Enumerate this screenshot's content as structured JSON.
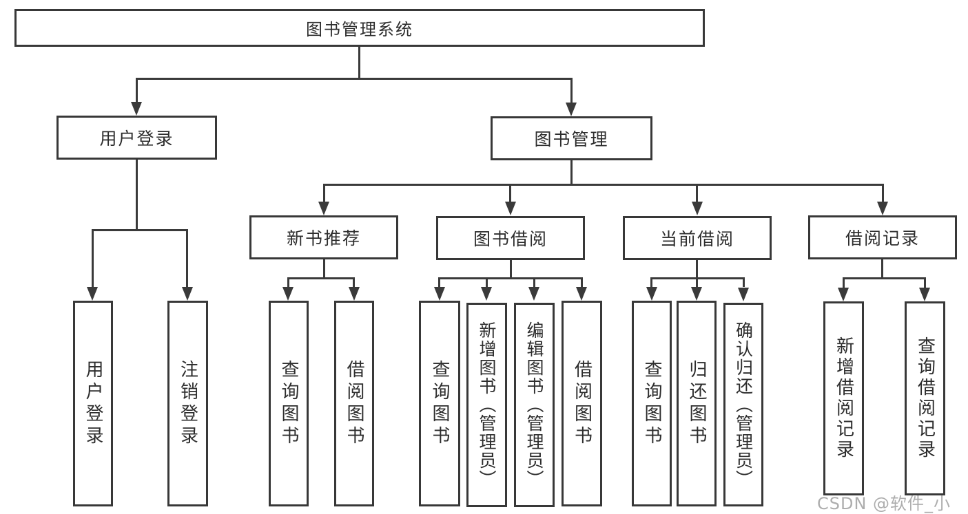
{
  "diagram_title": "图书管理系统",
  "tree": {
    "root": "图书管理系统",
    "user_login": {
      "label": "用户登录",
      "children": [
        "用户登录",
        "注销登录"
      ]
    },
    "book_mgmt": {
      "label": "图书管理",
      "children": [
        {
          "label": "新书推荐",
          "children": [
            "查询图书",
            "借阅图书"
          ]
        },
        {
          "label": "图书借阅",
          "children": [
            "查询图书",
            "新增图书（管理员）",
            "编辑图书（管理员）",
            "借阅图书"
          ]
        },
        {
          "label": "当前借阅",
          "children": [
            "查询图书",
            "归还图书",
            "确认归还（管理员）"
          ]
        },
        {
          "label": "借阅记录",
          "children": [
            "新增借阅记录",
            "查询借阅记录"
          ]
        }
      ]
    }
  },
  "watermark": {
    "text": "CSDN @软件_小贺同学"
  },
  "colors": {
    "background": "#ffffff",
    "box_border": "#383838",
    "connector": "#3a3a3a",
    "text": "#2d2d2d",
    "watermark": "#9f9f9f"
  }
}
